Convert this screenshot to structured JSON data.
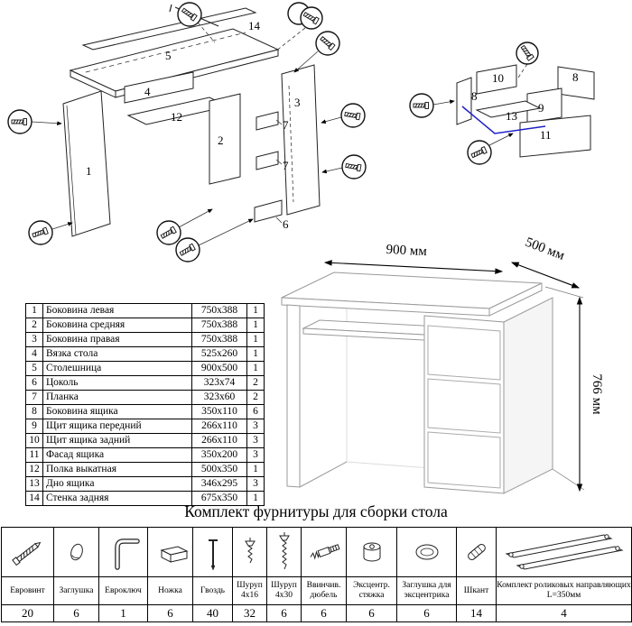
{
  "labels": {
    "p1": "1",
    "p2": "2",
    "p3": "3",
    "p4": "4",
    "p5": "5",
    "p6": "6",
    "p7": "7",
    "p8": "8",
    "p9": "9",
    "p10": "10",
    "p11": "11",
    "p12": "12",
    "p13": "13",
    "p14": "14"
  },
  "dimensions": {
    "width": "900 мм",
    "depth": "500 мм",
    "height": "766 мм"
  },
  "parts_table": {
    "rows": [
      {
        "num": "1",
        "name": "Боковина левая",
        "size": "750x388",
        "qty": "1"
      },
      {
        "num": "2",
        "name": "Боковина средняя",
        "size": "750x388",
        "qty": "1"
      },
      {
        "num": "3",
        "name": "Боковина правая",
        "size": "750x388",
        "qty": "1"
      },
      {
        "num": "4",
        "name": "Вязка стола",
        "size": "525x260",
        "qty": "1"
      },
      {
        "num": "5",
        "name": "Столешница",
        "size": "900x500",
        "qty": "1"
      },
      {
        "num": "6",
        "name": "Цоколь",
        "size": "323x74",
        "qty": "2"
      },
      {
        "num": "7",
        "name": "Планка",
        "size": "323x60",
        "qty": "2"
      },
      {
        "num": "8",
        "name": "Боковина ящика",
        "size": "350x110",
        "qty": "6"
      },
      {
        "num": "9",
        "name": "Щит ящика передний",
        "size": "266x110",
        "qty": "3"
      },
      {
        "num": "10",
        "name": "Щит ящика задний",
        "size": "266x110",
        "qty": "3"
      },
      {
        "num": "11",
        "name": "Фасад ящика",
        "size": "350x200",
        "qty": "3"
      },
      {
        "num": "12",
        "name": "Полка выкатная",
        "size": "500x350",
        "qty": "1"
      },
      {
        "num": "13",
        "name": "Дно ящика",
        "size": "346x295",
        "qty": "3"
      },
      {
        "num": "14",
        "name": "Стенка задняя",
        "size": "675x350",
        "qty": "1"
      }
    ]
  },
  "hardware": {
    "title": "Комплект фурнитуры для сборки стола",
    "items": [
      {
        "name": "Евровинт",
        "qty": "20"
      },
      {
        "name": "Заглушка",
        "qty": "6"
      },
      {
        "name": "Евроключ",
        "qty": "1"
      },
      {
        "name": "Ножка",
        "qty": "6"
      },
      {
        "name": "Гвоздь",
        "qty": "40"
      },
      {
        "name": "Шуруп 4x16",
        "qty": "32"
      },
      {
        "name": "Шуруп 4x30",
        "qty": "6"
      },
      {
        "name": "Ввинчив. дюбель",
        "qty": "6"
      },
      {
        "name": "Эксцентр. стяжка",
        "qty": "6"
      },
      {
        "name": "Заглушка для эксцентрика",
        "qty": "6"
      },
      {
        "name": "Шкант",
        "qty": "14"
      },
      {
        "name": "Комплект роликовых направляющих L=350мм",
        "qty": "4"
      }
    ]
  }
}
